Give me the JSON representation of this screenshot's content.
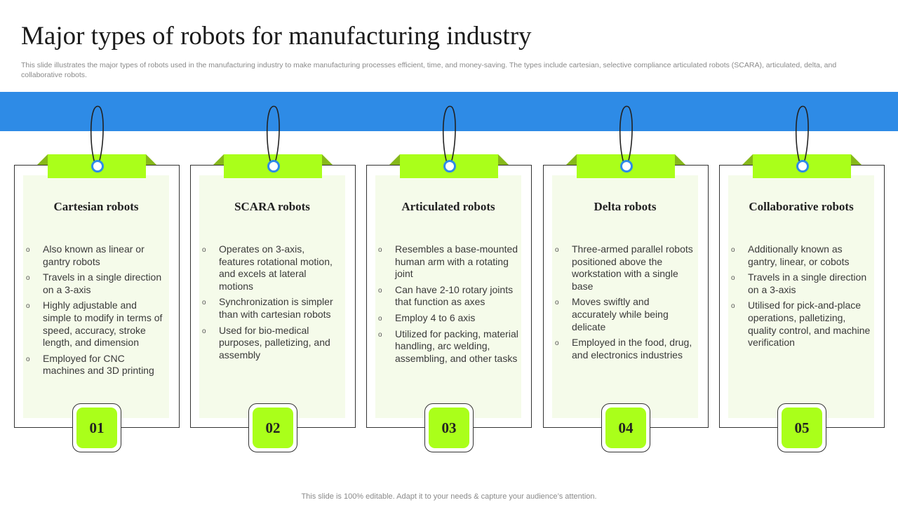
{
  "title": "Major types of robots for manufacturing industry",
  "subtitle": "This slide illustrates the major types of robots used in the manufacturing industry to make manufacturing processes efficient, time, and money-saving. The types include cartesian, selective compliance articulated robots (SCARA), articulated, delta, and collaborative robots.",
  "footer": "This slide is 100% editable. Adapt it to your needs & capture your audience’s attention.",
  "colors": {
    "band": "#2e8be6",
    "accent_green": "#aaff1a",
    "inner_panel": "#f5fbea",
    "tag_fold": "#86b81a"
  },
  "cards": [
    {
      "title": "Cartesian robots",
      "number": "01",
      "bullets": [
        "Also known as linear or gantry robots",
        "Travels in a single direction on a 3-axis",
        "Highly adjustable and simple to modify in terms of speed, accuracy, stroke length, and dimension",
        "Employed for CNC machines and 3D printing"
      ]
    },
    {
      "title": "SCARA robots",
      "number": "02",
      "bullets": [
        "Operates on 3-axis, features rotational motion, and excels at lateral motions",
        "Synchronization is simpler than with cartesian robots",
        "Used for bio-medical purposes, palletizing, and assembly"
      ]
    },
    {
      "title": "Articulated robots",
      "number": "03",
      "bullets": [
        "Resembles a base-mounted human arm with a rotating joint",
        "Can have 2-10 rotary joints that function as axes",
        "Employ 4 to 6 axis",
        "Utilized for packing, material handling, arc welding, assembling, and other tasks"
      ]
    },
    {
      "title": "Delta robots",
      "number": "04",
      "bullets": [
        "Three-armed parallel robots positioned above the workstation with a single base",
        "Moves swiftly and accurately while being delicate",
        "Employed in the food, drug, and electronics industries"
      ]
    },
    {
      "title": "Collaborative robots",
      "number": "05",
      "bullets": [
        "Additionally known as gantry, linear, or cobots",
        "Travels in a single direction on a 3-axis",
        "Utilised for pick-and-place operations, palletizing, quality control, and machine verification"
      ]
    }
  ]
}
